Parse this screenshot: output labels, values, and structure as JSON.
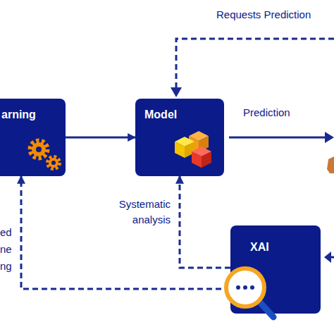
{
  "diagram": {
    "nodes": [
      {
        "text": [
          "arning"
        ]
      },
      {
        "text": [
          "Model"
        ]
      },
      {
        "text": [
          "XAI"
        ]
      }
    ],
    "edges": [
      {
        "from": 0,
        "to": 1,
        "arrow": "to"
      },
      {
        "from": 2,
        "to": 1,
        "label": "Systematic analysis",
        "arrow": "to"
      },
      {
        "from": 2,
        "to": 0,
        "label": "ed ne ng",
        "arrow": "to"
      }
    ],
    "labels": [
      "Requests Prediction",
      "Prediction"
    ]
  }
}
